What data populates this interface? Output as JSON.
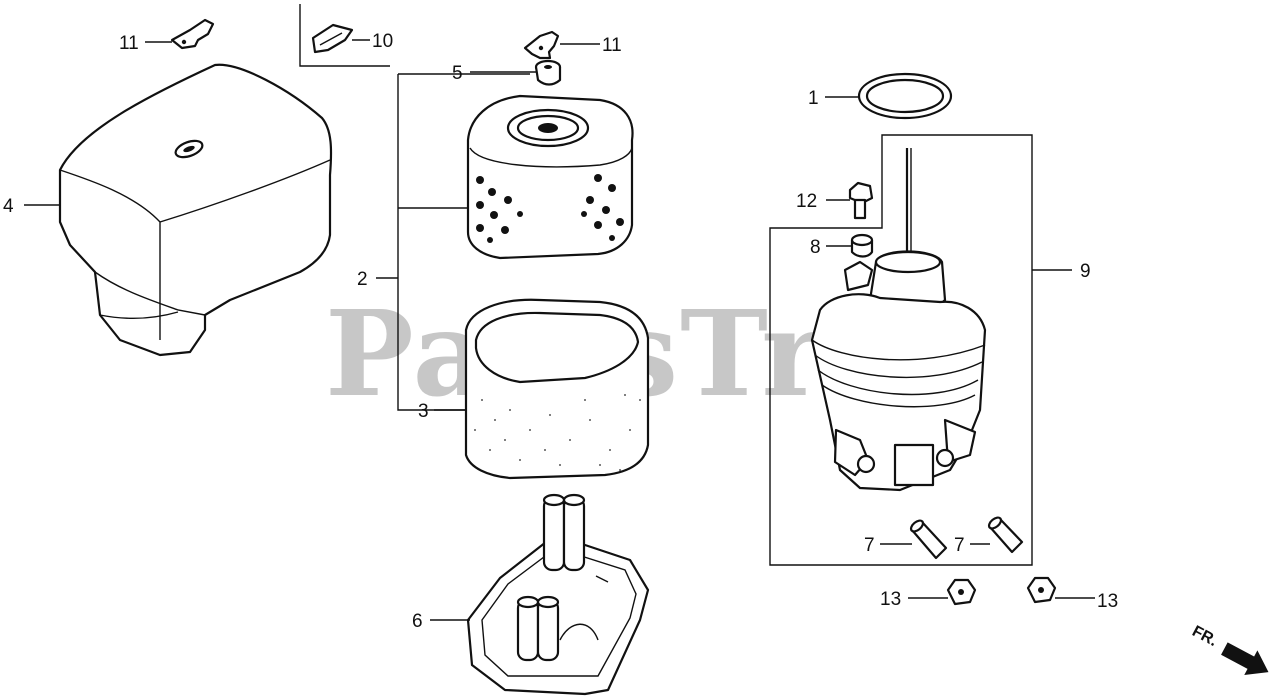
{
  "watermark": "PartsTree",
  "direction_label": "FR.",
  "callouts": [
    {
      "id": "c1",
      "text": "1"
    },
    {
      "id": "c2",
      "text": "2"
    },
    {
      "id": "c3",
      "text": "3"
    },
    {
      "id": "c4",
      "text": "4"
    },
    {
      "id": "c5",
      "text": "5"
    },
    {
      "id": "c6",
      "text": "6"
    },
    {
      "id": "c7a",
      "text": "7"
    },
    {
      "id": "c7b",
      "text": "7"
    },
    {
      "id": "c8",
      "text": "8"
    },
    {
      "id": "c9",
      "text": "9"
    },
    {
      "id": "c10",
      "text": "10"
    },
    {
      "id": "c11a",
      "text": "11"
    },
    {
      "id": "c11b",
      "text": "11"
    },
    {
      "id": "c12",
      "text": "12"
    },
    {
      "id": "c13a",
      "text": "13"
    },
    {
      "id": "c13b",
      "text": "13"
    }
  ]
}
